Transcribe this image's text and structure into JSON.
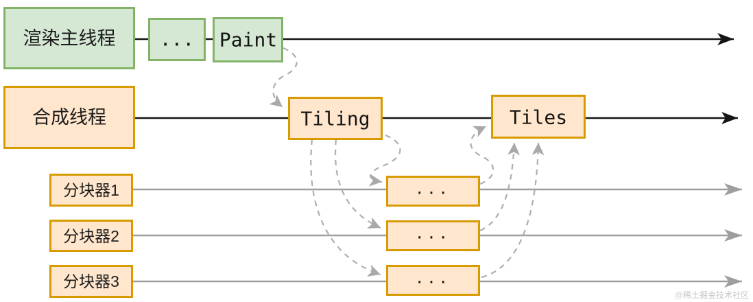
{
  "diagram": {
    "title_hint": "browser-rendering-tiling-pipeline",
    "render_main": {
      "label": "渲染主线程"
    },
    "ellipsis_main": {
      "label": "..."
    },
    "paint": {
      "label": "Paint"
    },
    "compositor": {
      "label": "合成线程"
    },
    "tiling": {
      "label": "Tiling"
    },
    "tiles": {
      "label": "Tiles"
    },
    "tiler1": {
      "label": "分块器1"
    },
    "tiler2": {
      "label": "分块器2"
    },
    "tiler3": {
      "label": "分块器3"
    },
    "ellipsis_tiler1": {
      "label": "..."
    },
    "ellipsis_tiler2": {
      "label": "..."
    },
    "ellipsis_tiler3": {
      "label": "..."
    },
    "colors": {
      "green_fill": "#d5e8d4",
      "green_stroke": "#82b366",
      "orange_fill": "#ffe6cc",
      "orange_stroke": "#d79b00",
      "solid_line_black": "#161616",
      "solid_line_gray": "#9e9e9e",
      "dashed_connector_gray": "#aeaeae",
      "watermark_gray": "#c8c8c8"
    },
    "connections": [
      {
        "from": "Paint",
        "to": "Tiling",
        "style": "dashed"
      },
      {
        "from": "Tiling",
        "to": "分块器1-...",
        "style": "dashed"
      },
      {
        "from": "Tiling",
        "to": "分块器2-...",
        "style": "dashed"
      },
      {
        "from": "Tiling",
        "to": "分块器3-...",
        "style": "dashed"
      },
      {
        "from": "分块器1-...",
        "to": "Tiles",
        "style": "dashed"
      },
      {
        "from": "分块器2-...",
        "to": "Tiles",
        "style": "dashed"
      },
      {
        "from": "分块器3-...",
        "to": "Tiles",
        "style": "dashed"
      }
    ],
    "watermark": "@稀土掘金技术社区"
  }
}
